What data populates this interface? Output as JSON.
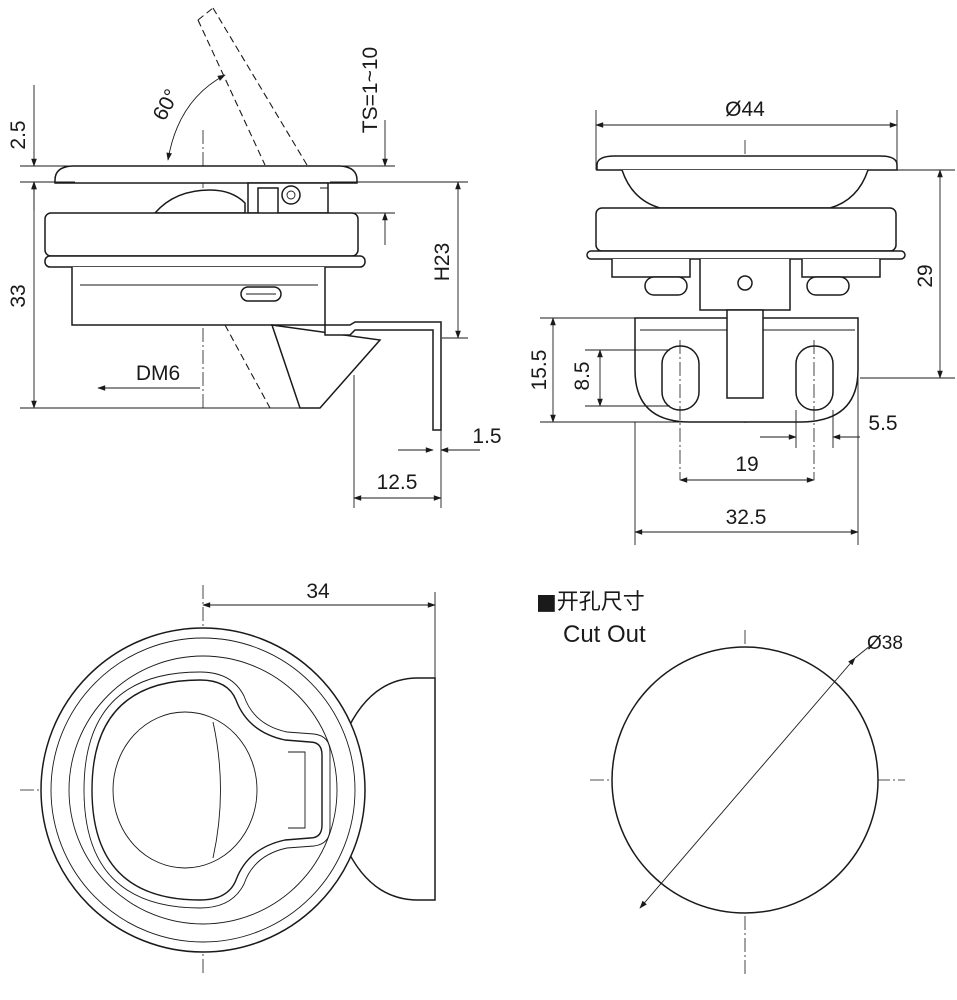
{
  "side_view": {
    "dim_2_5": "2.5",
    "dim_60deg": "60°",
    "dim_ts": "TS=1~10",
    "dim_33": "33",
    "dim_h23": "H23",
    "dim_dm6": "DM6",
    "dim_1_5": "1.5",
    "dim_12_5": "12.5"
  },
  "front_view": {
    "dim_d44": "Ø44",
    "dim_29": "29",
    "dim_15_5": "15.5",
    "dim_8_5": "8.5",
    "dim_5_5": "5.5",
    "dim_19": "19",
    "dim_32_5": "32.5"
  },
  "top_view": {
    "dim_34": "34"
  },
  "cutout": {
    "title_cn": "■开孔尺寸",
    "title_en": "Cut Out",
    "dim_d38": "Ø38"
  }
}
